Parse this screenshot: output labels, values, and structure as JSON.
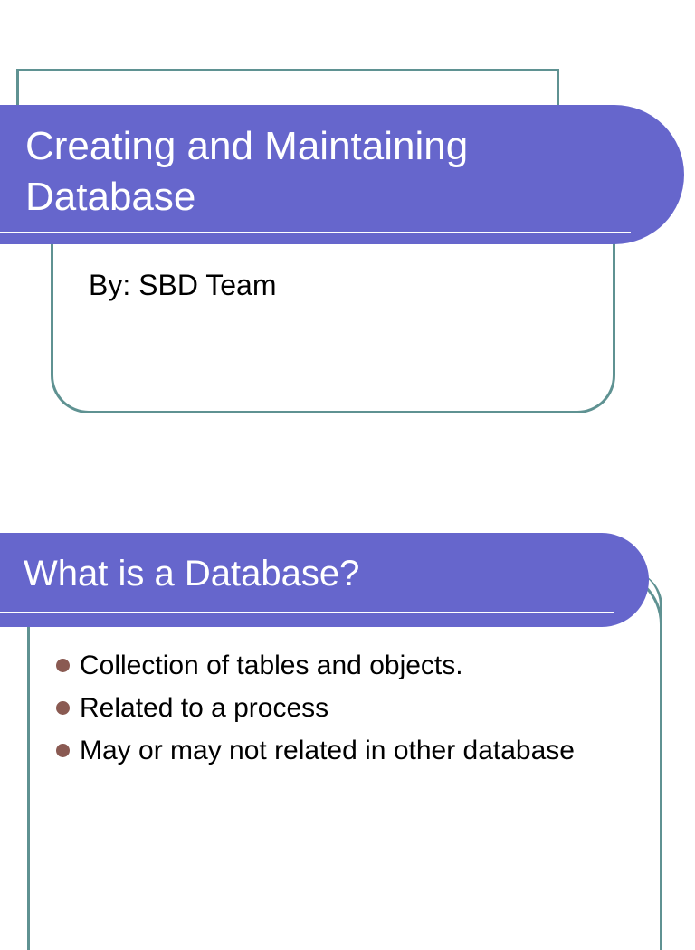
{
  "colors": {
    "banner": "#6666cc",
    "frame": "#5f9292",
    "bullet": "#8a5a52",
    "title_text": "#ffffff",
    "body_text": "#000000"
  },
  "slides": [
    {
      "title": "Creating and Maintaining Database",
      "subtitle": "By: SBD Team"
    },
    {
      "title": "What is a Database?",
      "bullets": [
        "Collection of tables and objects.",
        "Related to a process",
        "May or may not related in other database"
      ]
    }
  ]
}
